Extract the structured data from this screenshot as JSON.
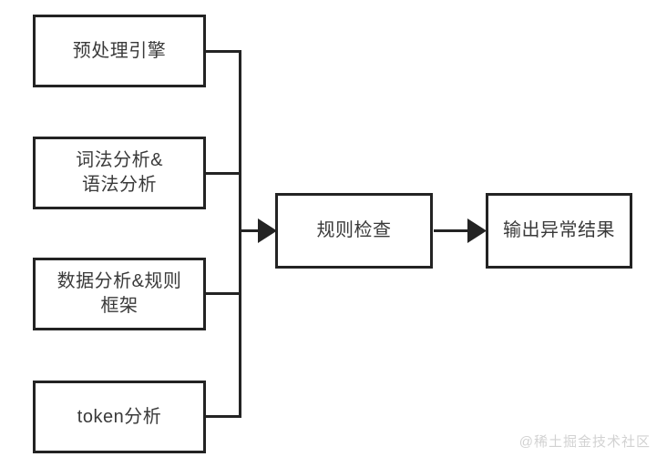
{
  "diagram": {
    "type": "flowchart",
    "background_color": "#ffffff",
    "line_color": "#232323",
    "text_color": "#3a3a3a",
    "nodes": [
      {
        "id": "preprocess",
        "label": "预处理引擎"
      },
      {
        "id": "lexsyntax",
        "label": "词法分析&\n语法分析"
      },
      {
        "id": "dataframe",
        "label": "数据分析&规则\n框架"
      },
      {
        "id": "token",
        "label": "token分析"
      },
      {
        "id": "rulecheck",
        "label": "规则检查"
      },
      {
        "id": "output",
        "label": "输出异常结果"
      }
    ],
    "edges": [
      {
        "from": "preprocess",
        "to": "rulecheck",
        "style": "orthogonal-bus"
      },
      {
        "from": "lexsyntax",
        "to": "rulecheck",
        "style": "orthogonal-bus"
      },
      {
        "from": "dataframe",
        "to": "rulecheck",
        "style": "orthogonal-bus"
      },
      {
        "from": "token",
        "to": "rulecheck",
        "style": "orthogonal-bus"
      },
      {
        "from": "rulecheck",
        "to": "output",
        "style": "straight-arrow"
      }
    ]
  },
  "watermark": {
    "text": "@稀土掘金技术社区",
    "color": "#d2d2d2"
  }
}
